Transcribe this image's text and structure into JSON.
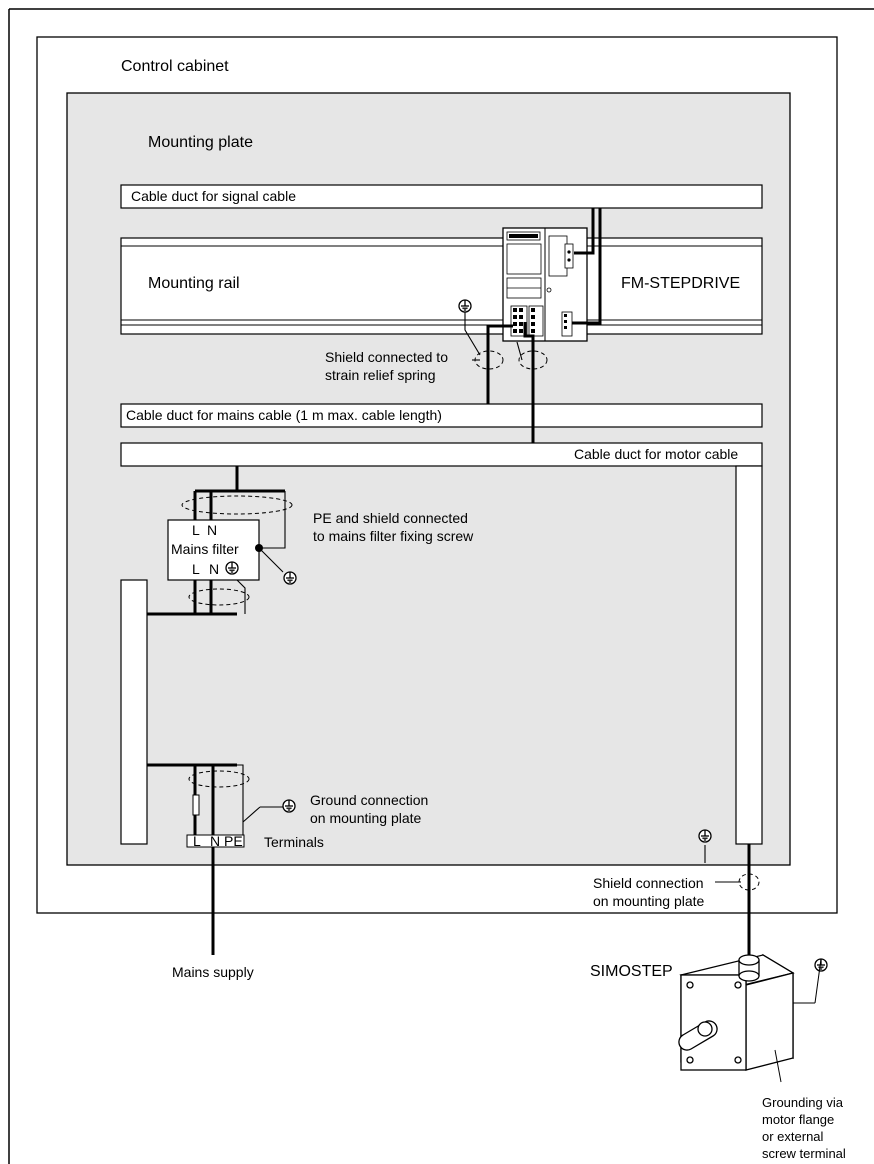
{
  "labels": {
    "control_cabinet": "Control cabinet",
    "mounting_plate": "Mounting plate",
    "cable_duct_signal": "Cable duct for signal cable",
    "mounting_rail": "Mounting rail",
    "fm_stepdrive": "FM-STEPDRIVE",
    "shield_strain_relief_1": "Shield connected to",
    "shield_strain_relief_2": "strain relief spring",
    "cable_duct_mains": "Cable duct for mains cable (1 m max. cable length)",
    "cable_duct_motor": "Cable duct for motor cable",
    "filter_L_top": "L",
    "filter_N_top": "N",
    "mains_filter": "Mains filter",
    "filter_L_bottom": "L",
    "filter_N_bottom": "N",
    "pe_shield_1": "PE and shield connected",
    "pe_shield_2": "to mains filter fixing screw",
    "ground_conn_1": "Ground connection",
    "ground_conn_2": "on mounting plate",
    "term_L": "L",
    "term_N": "N",
    "term_PE": "PE",
    "terminals": "Terminals",
    "shield_conn_1": "Shield connection",
    "shield_conn_2": "on mounting plate",
    "mains_supply": "Mains supply",
    "simostep": "SIMOSTEP",
    "grounding_1": "Grounding via",
    "grounding_2": "motor flange",
    "grounding_3": "or external",
    "grounding_4": "screw terminal"
  },
  "icons": {
    "ground": "ground-symbol",
    "shield_loop": "dashed-ellipse",
    "motor": "stepper-motor",
    "module": "fm-stepdrive-module"
  },
  "colors": {
    "plate": "#e6e6e6",
    "line": "#000000",
    "background": "#ffffff"
  }
}
